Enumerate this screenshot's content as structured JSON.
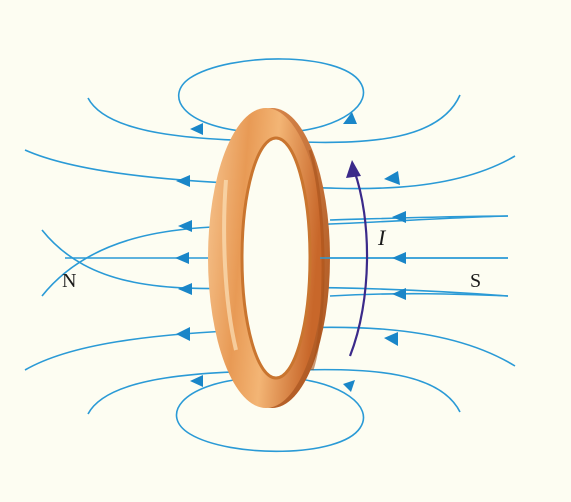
{
  "labels": {
    "north": "N",
    "south": "S",
    "current": "I"
  },
  "colors": {
    "background": "#fdfdf2",
    "field_lines": "#2a9ad6",
    "field_arrows": "#1a86c8",
    "current_arrow": "#3b2a8a",
    "ring_light": "#f2b877",
    "ring_mid": "#e08a45",
    "ring_dark": "#b85a1f"
  }
}
